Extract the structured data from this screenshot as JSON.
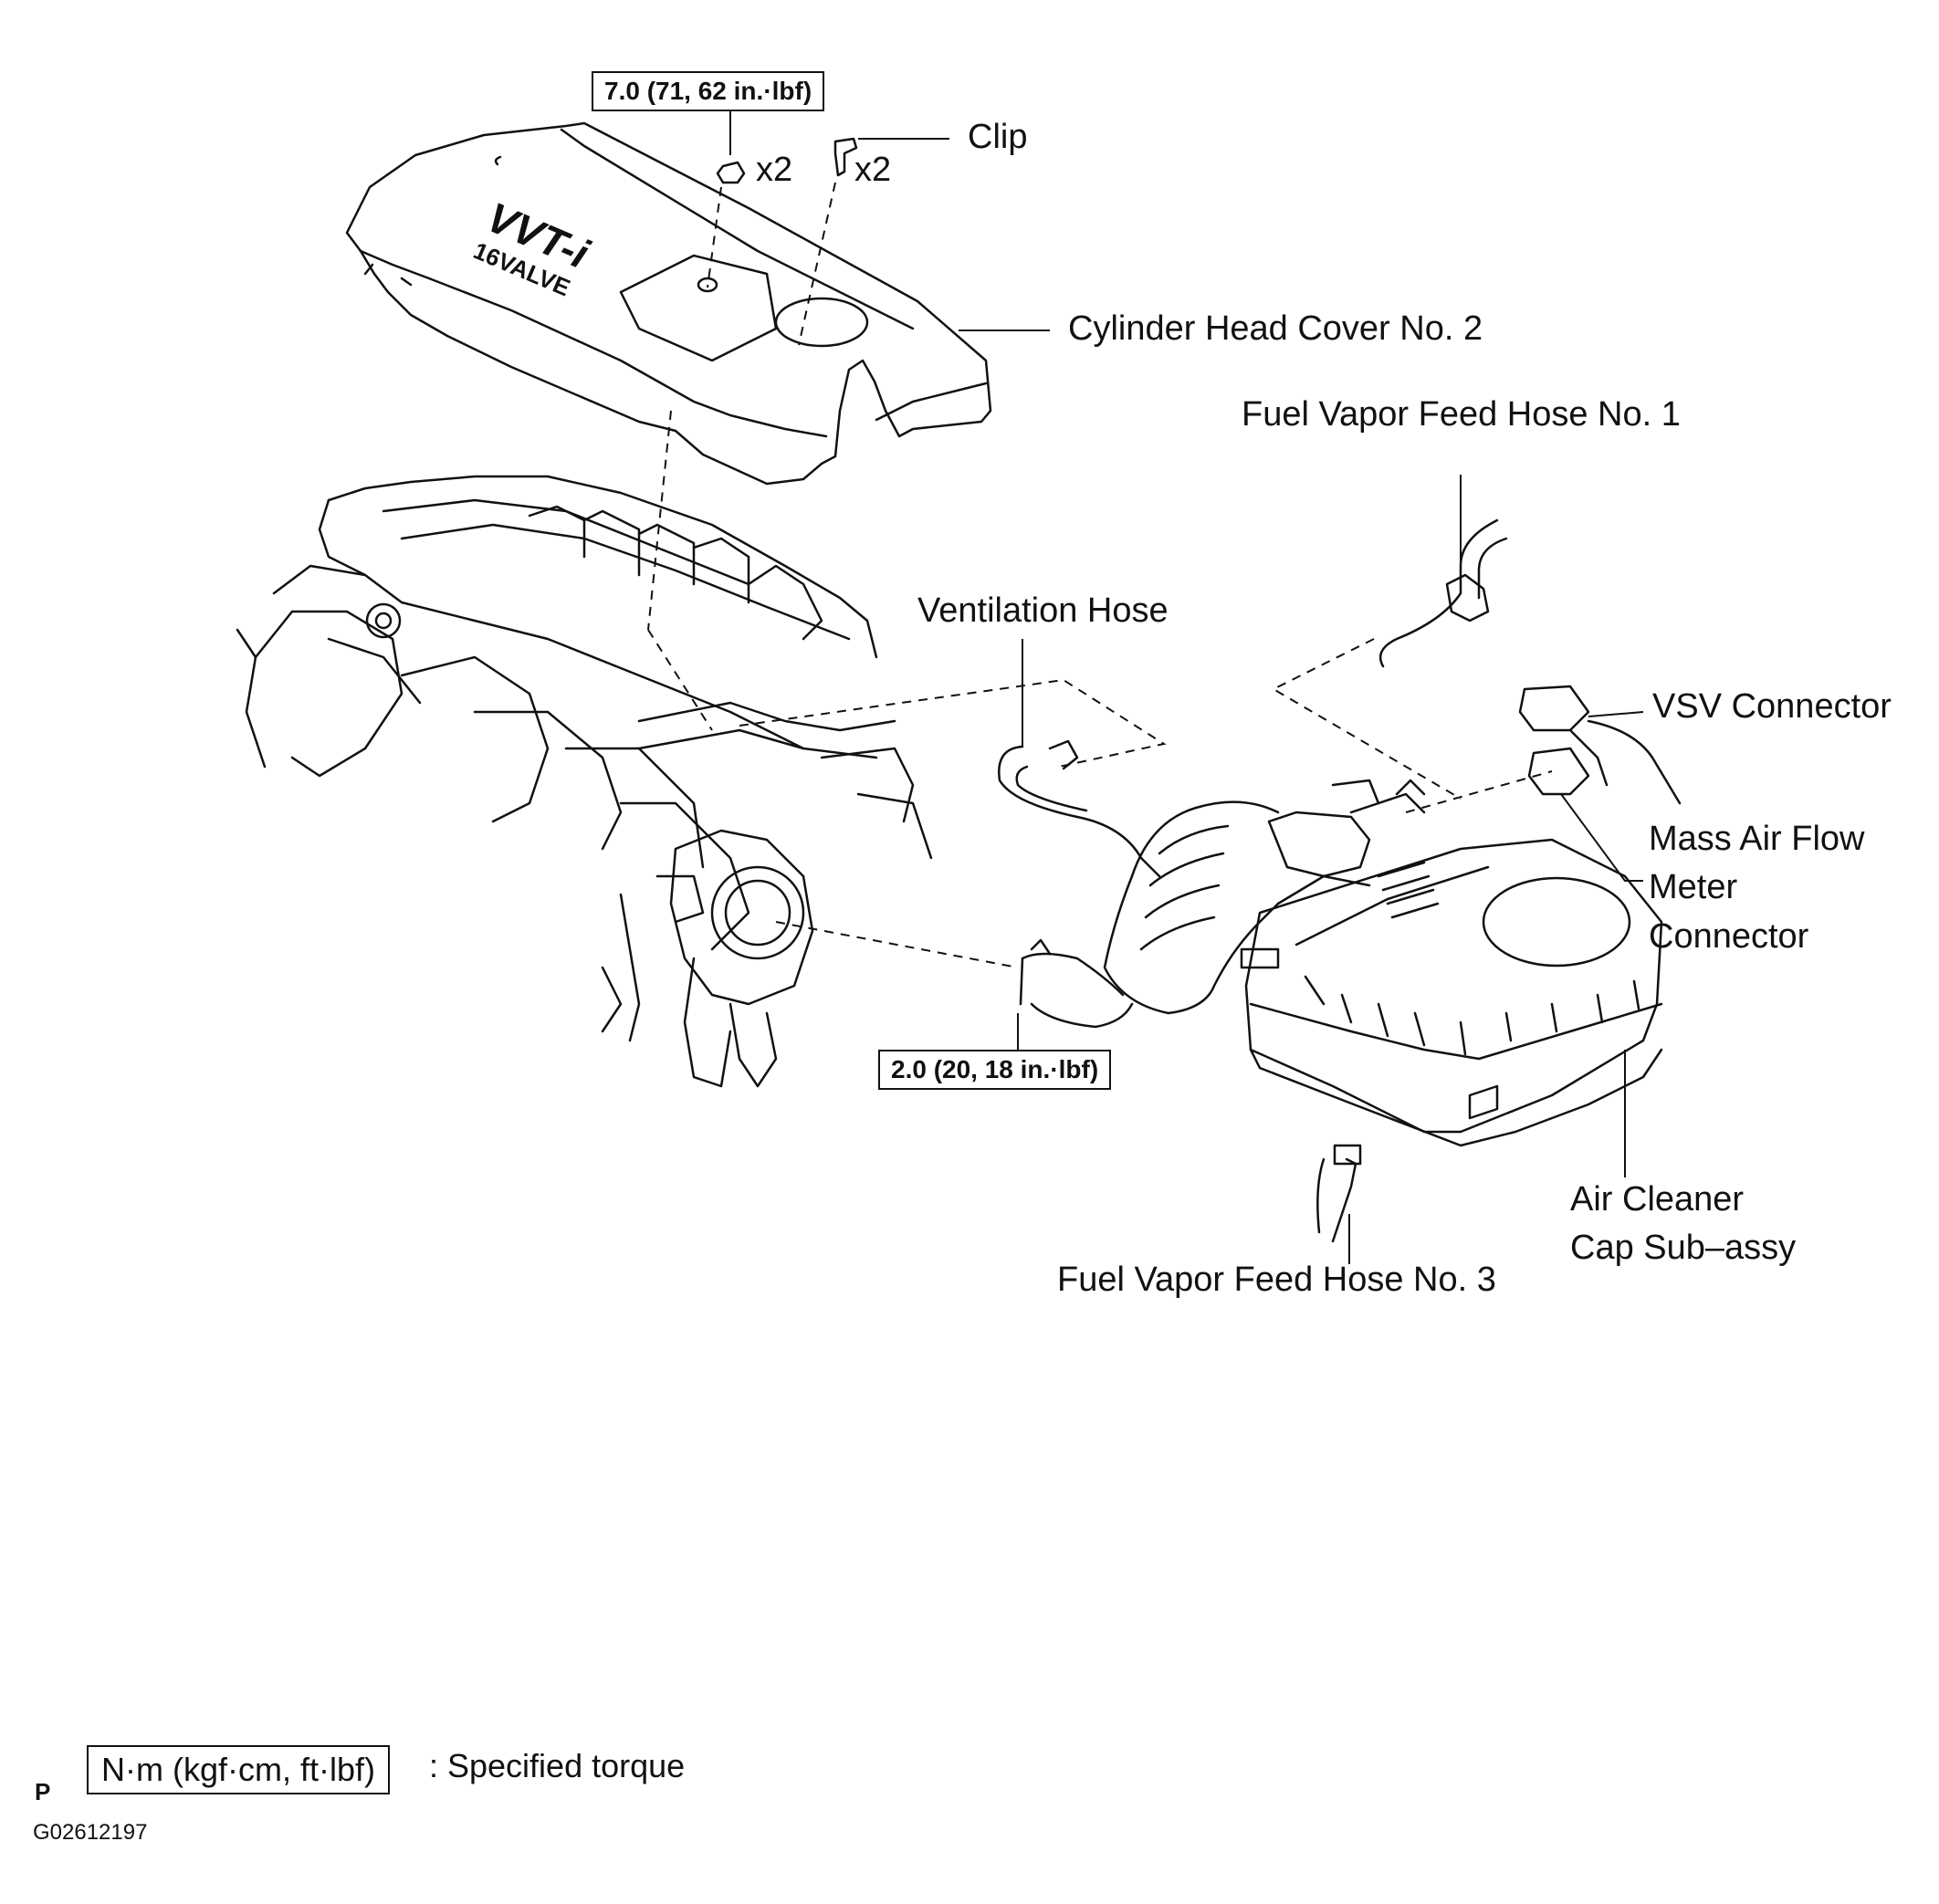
{
  "torque_specs": {
    "cover_nut": "7.0 (71, 62 in.·lbf)",
    "hose_clamp": "2.0 (20, 18 in.·lbf)"
  },
  "quantities": {
    "nut_count": "x2",
    "clip_count": "x2"
  },
  "labels": {
    "clip": "Clip",
    "cylinder_head_cover": "Cylinder Head Cover No. 2",
    "fuel_vapor_hose_1": "Fuel Vapor Feed Hose No. 1",
    "ventilation_hose": "Ventilation Hose",
    "vsv_connector": "VSV Connector",
    "maf_line1": "Mass Air Flow",
    "maf_line2": "Meter",
    "maf_line3": "Connector",
    "air_cleaner_line1": "Air Cleaner",
    "air_cleaner_line2": "Cap Sub–assy",
    "fuel_vapor_hose_3": "Fuel Vapor Feed Hose No. 3"
  },
  "cover_marking": {
    "line1": "VVT-i",
    "line2": "16VALVE"
  },
  "legend": {
    "units": "N·m (kgf·cm, ft·lbf)",
    "meaning": ": Specified torque",
    "page_letter": "P",
    "figure_id": "G02612197"
  }
}
